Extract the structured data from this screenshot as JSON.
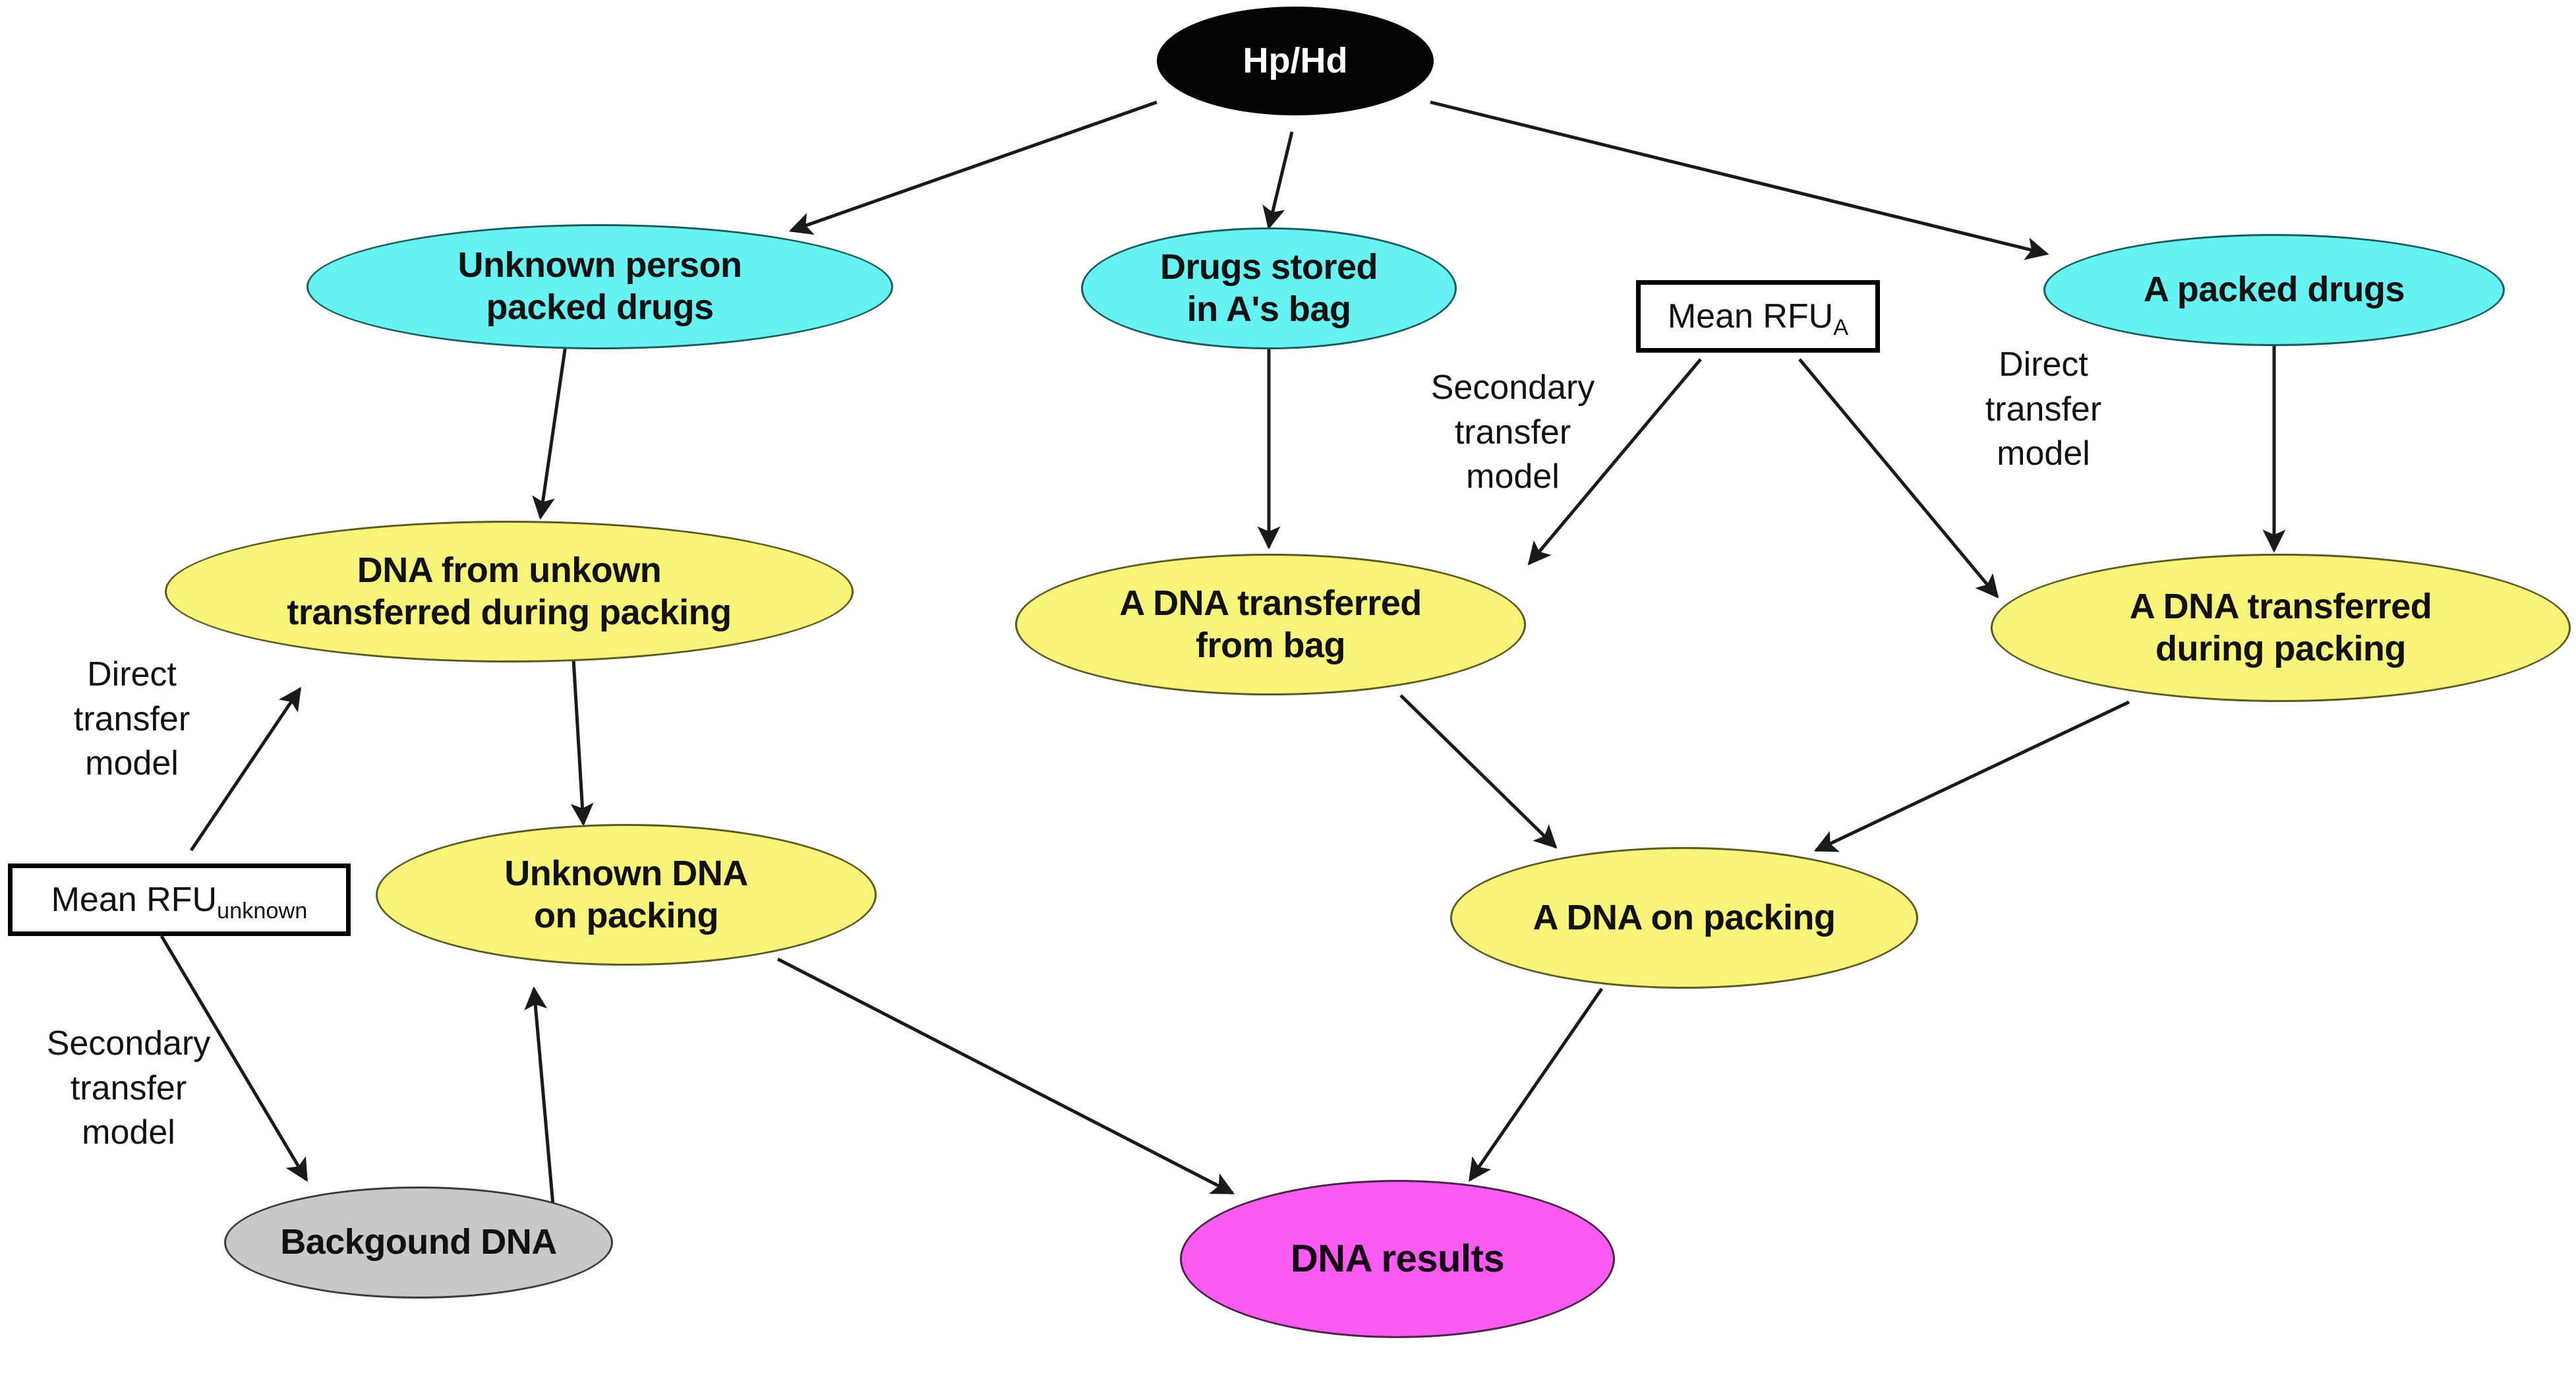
{
  "diagram": {
    "title": "Bayesian network for DNA transfer propositions",
    "background_color": "#ffffff",
    "colors": {
      "hypothesis": "#050505",
      "activity": "#66F2F2",
      "dna_transfer": "#F7F479",
      "background_dna": "#C8C8C8",
      "results": "#F95BF0",
      "edge": "#1a1a1a"
    },
    "nodes": [
      {
        "id": "hphd",
        "label": "Hp/Hd",
        "shape": "ellipse",
        "fill": "#050505",
        "text_color": "#ffffff"
      },
      {
        "id": "unknown_packed",
        "label": "Unknown person\npacked drugs",
        "shape": "ellipse",
        "fill": "#66F2F2",
        "text_color": "#111111"
      },
      {
        "id": "drugs_stored",
        "label": "Drugs stored\nin A's bag",
        "shape": "ellipse",
        "fill": "#66F2F2",
        "text_color": "#111111"
      },
      {
        "id": "a_packed",
        "label": "A packed drugs",
        "shape": "ellipse",
        "fill": "#66F2F2",
        "text_color": "#111111"
      },
      {
        "id": "dna_unknown_tr",
        "label": "DNA from unkown\ntransferred during packing",
        "shape": "ellipse",
        "fill": "#F7F479",
        "text_color": "#111111"
      },
      {
        "id": "a_dna_from_bag",
        "label": "A DNA transferred\nfrom bag",
        "shape": "ellipse",
        "fill": "#F7F479",
        "text_color": "#111111"
      },
      {
        "id": "a_dna_packing",
        "label": "A DNA transferred\nduring packing",
        "shape": "ellipse",
        "fill": "#F7F479",
        "text_color": "#111111"
      },
      {
        "id": "unknown_dna_pk",
        "label": "Unknown DNA\non packing",
        "shape": "ellipse",
        "fill": "#F7F479",
        "text_color": "#111111"
      },
      {
        "id": "a_dna_on_pack",
        "label": "A DNA on packing",
        "shape": "ellipse",
        "fill": "#F7F479",
        "text_color": "#111111"
      },
      {
        "id": "background_dna",
        "label": "Backgound DNA",
        "shape": "ellipse",
        "fill": "#C8C8C8",
        "text_color": "#111111"
      },
      {
        "id": "dna_results",
        "label": "DNA results",
        "shape": "ellipse",
        "fill": "#F95BF0",
        "text_color": "#160016"
      }
    ],
    "evidence_boxes": [
      {
        "id": "mean_rfu_a",
        "text": "Mean RFU",
        "subscript": "A",
        "shape": "rectangle"
      },
      {
        "id": "mean_rfu_unknown",
        "text": "Mean RFU",
        "subscript": "unknown",
        "shape": "rectangle"
      }
    ],
    "edge_labels": [
      {
        "id": "secondary_transfer_mid",
        "text": "Secondary\ntransfer\nmodel"
      },
      {
        "id": "direct_transfer_right",
        "text": "Direct\ntransfer\nmodel"
      },
      {
        "id": "direct_transfer_left",
        "text": "Direct\ntransfer\nmodel"
      },
      {
        "id": "secondary_transfer_left",
        "text": "Secondary\ntransfer\nmodel"
      }
    ],
    "edges": [
      {
        "from": "hphd",
        "to": "unknown_packed",
        "arrow": true
      },
      {
        "from": "hphd",
        "to": "drugs_stored",
        "arrow": true
      },
      {
        "from": "hphd",
        "to": "a_packed",
        "arrow": true
      },
      {
        "from": "unknown_packed",
        "to": "dna_unknown_tr",
        "arrow": true
      },
      {
        "from": "drugs_stored",
        "to": "a_dna_from_bag",
        "arrow": true
      },
      {
        "from": "a_packed",
        "to": "a_dna_packing",
        "arrow": true
      },
      {
        "from": "mean_rfu_a",
        "to": "a_dna_from_bag",
        "arrow": true,
        "label": "secondary_transfer_mid"
      },
      {
        "from": "mean_rfu_a",
        "to": "a_dna_packing",
        "arrow": true,
        "label": "direct_transfer_right"
      },
      {
        "from": "mean_rfu_unknown",
        "to": "dna_unknown_tr",
        "arrow": true,
        "label": "direct_transfer_left"
      },
      {
        "from": "mean_rfu_unknown",
        "to": "background_dna",
        "arrow": true,
        "label": "secondary_transfer_left"
      },
      {
        "from": "dna_unknown_tr",
        "to": "unknown_dna_pk",
        "arrow": true
      },
      {
        "from": "background_dna",
        "to": "unknown_dna_pk",
        "arrow": true
      },
      {
        "from": "a_dna_from_bag",
        "to": "a_dna_on_pack",
        "arrow": true
      },
      {
        "from": "a_dna_packing",
        "to": "a_dna_on_pack",
        "arrow": true
      },
      {
        "from": "unknown_dna_pk",
        "to": "dna_results",
        "arrow": true
      },
      {
        "from": "a_dna_on_pack",
        "to": "dna_results",
        "arrow": true
      }
    ]
  }
}
